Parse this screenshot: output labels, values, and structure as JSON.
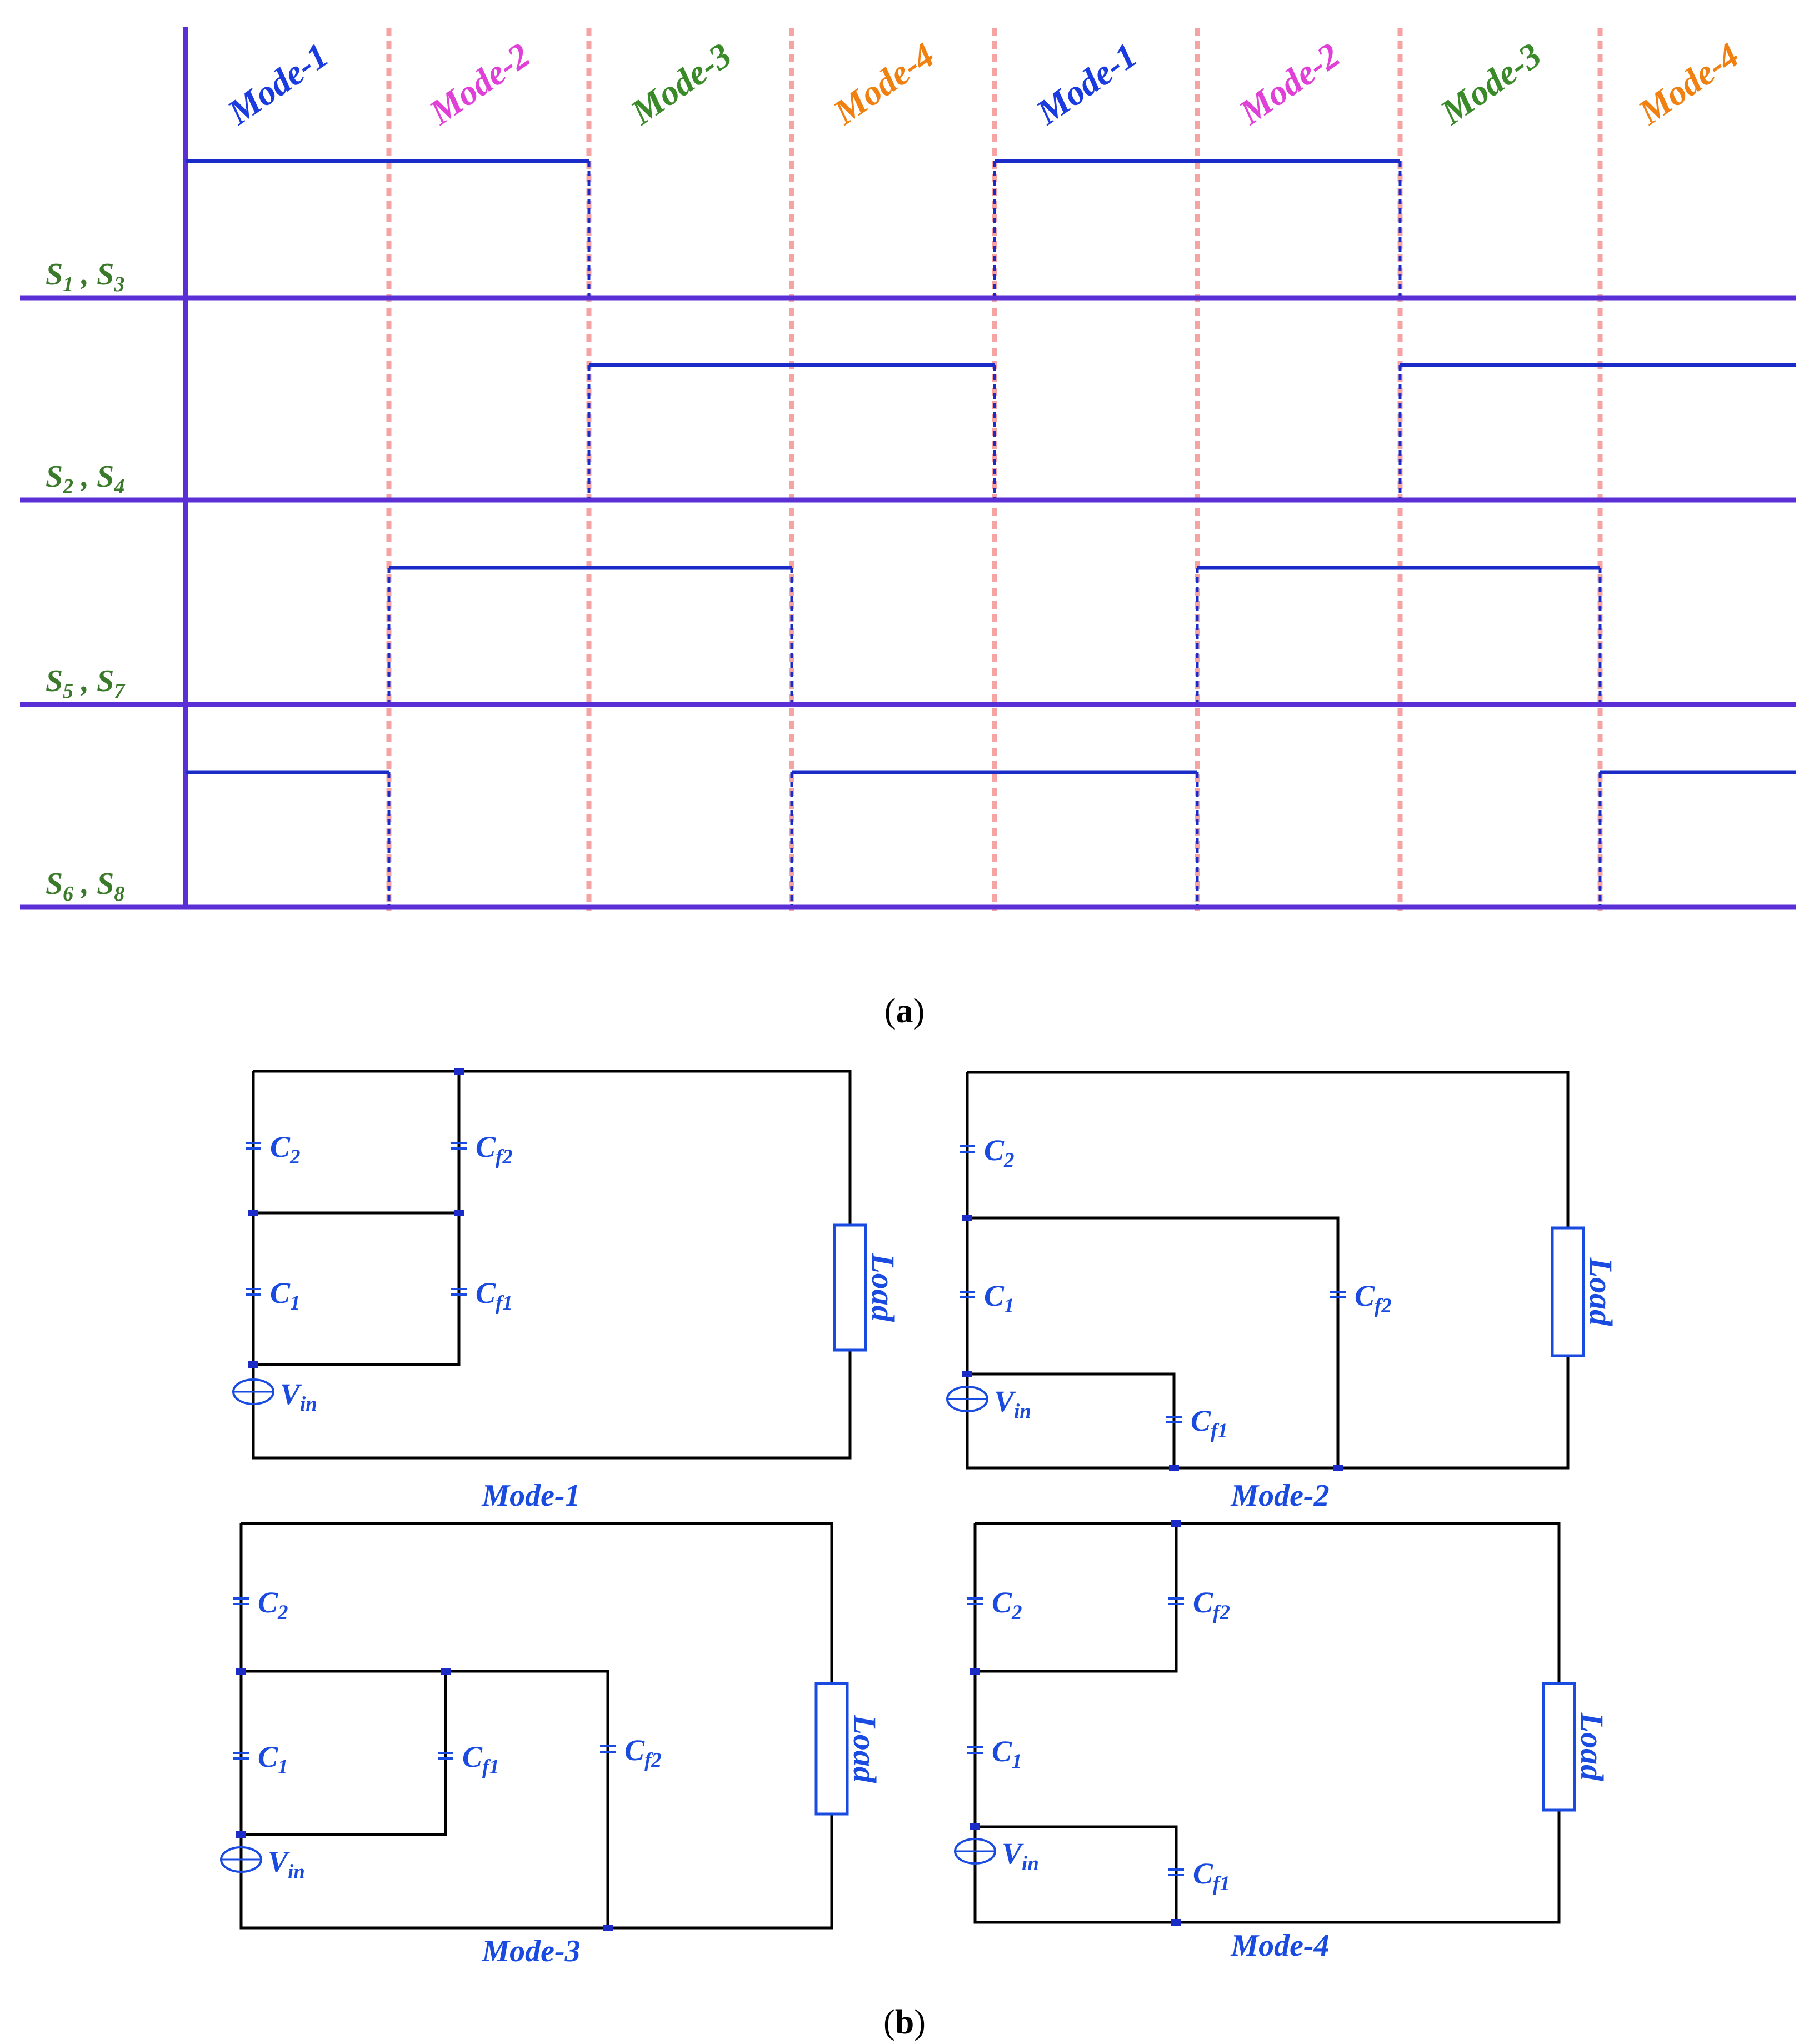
{
  "colors": {
    "axis": "#5a2fd6",
    "signal": "#1a2bc8",
    "divider": "#f6a3a3",
    "signal_label": "#3a7a2a",
    "circuit_label": "#1a4be0",
    "wire": "#000000",
    "mode_colors": [
      "#1a3be0",
      "#e040d8",
      "#3a8a2a",
      "#f08010"
    ]
  },
  "timing": {
    "mode_labels": [
      "Mode-1",
      "Mode-2",
      "Mode-3",
      "Mode-4",
      "Mode-1",
      "Mode-2",
      "Mode-3",
      "Mode-4"
    ],
    "rows": [
      {
        "name": "S1 , S3",
        "a": "S",
        "as": "1",
        "b": "S",
        "bs": "3",
        "states": [
          1,
          1,
          0,
          0,
          1,
          1,
          0,
          0
        ]
      },
      {
        "name": "S2 , S4",
        "a": "S",
        "as": "2",
        "b": "S",
        "bs": "4",
        "states": [
          0,
          0,
          1,
          1,
          0,
          0,
          1,
          1
        ]
      },
      {
        "name": "S5 , S7",
        "a": "S",
        "as": "5",
        "b": "S",
        "bs": "7",
        "states": [
          0,
          1,
          1,
          0,
          0,
          1,
          1,
          0
        ]
      },
      {
        "name": "S6 , S8",
        "a": "S",
        "as": "6",
        "b": "S",
        "bs": "8",
        "states": [
          1,
          0,
          0,
          1,
          1,
          0,
          0,
          1
        ]
      }
    ]
  },
  "captions": {
    "a": "a",
    "b": "b"
  },
  "circuits": {
    "C2": {
      "main": "C",
      "sub": "2"
    },
    "C1": {
      "main": "C",
      "sub": "1"
    },
    "Cf2": {
      "main": "C",
      "sub": "f2"
    },
    "Cf1": {
      "main": "C",
      "sub": "f1"
    },
    "Vin": {
      "main": "V",
      "sub": "in"
    },
    "load": "Load",
    "titles": [
      "Mode-1",
      "Mode-2",
      "Mode-3",
      "Mode-4"
    ]
  }
}
